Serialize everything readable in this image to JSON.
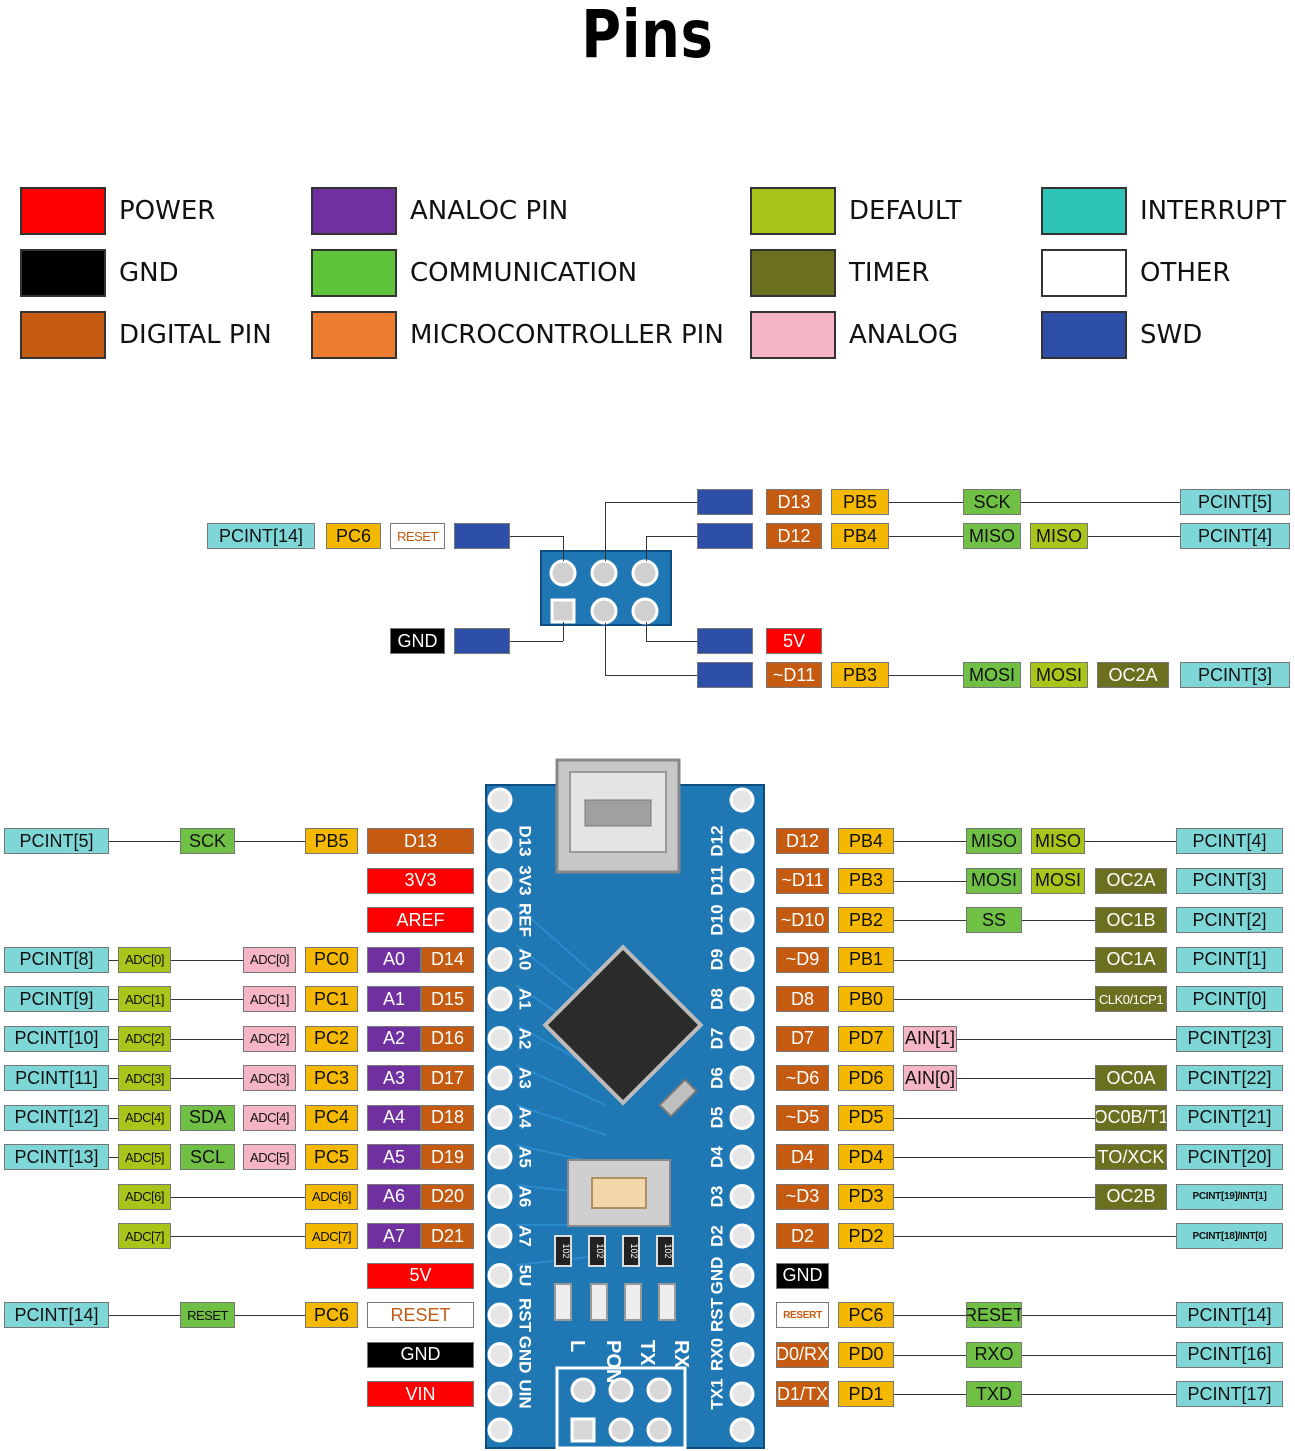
{
  "title": "Pins",
  "colors": {
    "power": "#ff0000",
    "gnd": "#000000",
    "digital": "#c55a11",
    "analog_pin": "#7030a0",
    "comm": "#70c045",
    "mcu": "#ed7d31",
    "default": "#a9c41a",
    "timer": "#6b7020",
    "analog": "#f5b5c4",
    "interrupt": "#7fd6d6",
    "other": "#ffffff",
    "swd": "#2e4fa8",
    "port": "#f5b800",
    "board": "#1f77b4"
  },
  "legend": [
    {
      "label": "POWER",
      "color": "#ff0000"
    },
    {
      "label": "GND",
      "color": "#000000"
    },
    {
      "label": "DIGITAL PIN",
      "color": "#c55a11"
    },
    {
      "label": "ANALOC PIN",
      "color": "#7030a0"
    },
    {
      "label": "COMMUNICATION",
      "color": "#5fc43a"
    },
    {
      "label": "MICROCONTROLLER PIN",
      "color": "#ed7d31"
    },
    {
      "label": "DEFAULT",
      "color": "#a9c41a"
    },
    {
      "label": "TIMER",
      "color": "#6b7020"
    },
    {
      "label": "ANALOG",
      "color": "#f5b5c4"
    },
    {
      "label": "INTERRUPT",
      "color": "#2ec4b6"
    },
    {
      "label": "OTHER",
      "color": "#ffffff"
    },
    {
      "label": "SWD",
      "color": "#2e4fa8"
    }
  ],
  "icsp": {
    "left1": [
      "PCINT[14]",
      "PC6",
      "RESET"
    ],
    "left2": [
      "GND"
    ],
    "right1": [
      "D13",
      "PB5",
      "SCK",
      "PCINT[5]"
    ],
    "right2": [
      "D12",
      "PB4",
      "MISO",
      "MISO",
      "PCINT[4]"
    ],
    "right3": [
      "5V"
    ],
    "right4": [
      "~D11",
      "PB3",
      "MOSI",
      "MOSI",
      "OC2A",
      "PCINT[3]"
    ]
  },
  "board_silk": {
    "left": [
      "D13",
      "3V3",
      "REF",
      "A0",
      "A1",
      "A2",
      "A3",
      "A4",
      "A5",
      "A6",
      "A7",
      "5U",
      "RST",
      "GND",
      "UIN"
    ],
    "right": [
      "D12",
      "D11",
      "D10",
      "D9",
      "D8",
      "D7",
      "D6",
      "D5",
      "D4",
      "D3",
      "D2",
      "GND",
      "RST",
      "RX0",
      "TX1"
    ],
    "leds": [
      "L",
      "PON",
      "TX",
      "RX"
    ],
    "resistors": [
      "102",
      "102",
      "102",
      "102"
    ]
  },
  "left_rows": [
    [
      "PCINT[5]",
      "SCK",
      "PB5",
      "D13"
    ],
    [
      "3V3"
    ],
    [
      "AREF"
    ],
    [
      "PCINT[8]",
      "ADC[0]",
      "ADC[0]",
      "PC0",
      "A0",
      "D14"
    ],
    [
      "PCINT[9]",
      "ADC[1]",
      "ADC[1]",
      "PC1",
      "A1",
      "D15"
    ],
    [
      "PCINT[10]",
      "ADC[2]",
      "ADC[2]",
      "PC2",
      "A2",
      "D16"
    ],
    [
      "PCINT[11]",
      "ADC[3]",
      "ADC[3]",
      "PC3",
      "A3",
      "D17"
    ],
    [
      "PCINT[12]",
      "ADC[4]",
      "SDA",
      "ADC[4]",
      "PC4",
      "A4",
      "D18"
    ],
    [
      "PCINT[13]",
      "ADC[5]",
      "SCL",
      "ADC[5]",
      "PC5",
      "A5",
      "D19"
    ],
    [
      "ADC[6]",
      "ADC[6]",
      "A6",
      "D20"
    ],
    [
      "ADC[7]",
      "ADC[7]",
      "A7",
      "D21"
    ],
    [
      "5V"
    ],
    [
      "PCINT[14]",
      "RESET",
      "PC6",
      "RESET"
    ],
    [
      "GND"
    ],
    [
      "VIN"
    ]
  ],
  "right_rows": [
    [
      "D12",
      "PB4",
      "MISO",
      "MISO",
      "PCINT[4]"
    ],
    [
      "~D11",
      "PB3",
      "MOSI",
      "MOSI",
      "OC2A",
      "PCINT[3]"
    ],
    [
      "~D10",
      "PB2",
      "SS",
      "OC1B",
      "PCINT[2]"
    ],
    [
      "~D9",
      "PB1",
      "OC1A",
      "PCINT[1]"
    ],
    [
      "D8",
      "PB0",
      "CLK0/1CP1",
      "PCINT[0]"
    ],
    [
      "D7",
      "PD7",
      "AIN[1]",
      "PCINT[23]"
    ],
    [
      "~D6",
      "PD6",
      "AIN[0]",
      "OC0A",
      "PCINT[22]"
    ],
    [
      "~D5",
      "PD5",
      "OC0B/T1",
      "PCINT[21]"
    ],
    [
      "D4",
      "PD4",
      "TO/XCK",
      "PCINT[20]"
    ],
    [
      "~D3",
      "PD3",
      "OC2B",
      "PCINT[19]/INT[1]"
    ],
    [
      "D2",
      "PD2",
      "PCINT[18]/INT[0]"
    ],
    [
      "GND"
    ],
    [
      "RESERT",
      "PC6",
      "RESET",
      "PCINT[14]"
    ],
    [
      "D0/RX",
      "PD0",
      "RXO",
      "PCINT[16]"
    ],
    [
      "D1/TX",
      "PD1",
      "TXD",
      "PCINT[17]"
    ]
  ]
}
